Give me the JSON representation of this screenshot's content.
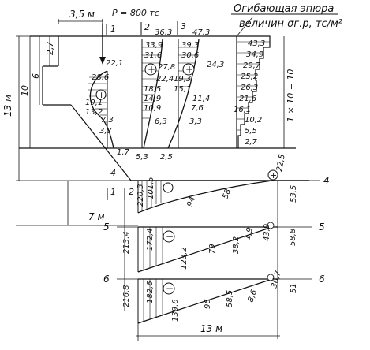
{
  "title": {
    "line1": "Огибающая эпюра",
    "line2": "величин σг.р, тс/м²"
  },
  "dims": {
    "load_offset": "3,5 м",
    "load": "P = 800 тс",
    "dim_27": "2,7",
    "dim_6": "6",
    "dim_10": "10",
    "dim_13": "13 м",
    "dim_7": "7 м",
    "bottom_13": "13 м",
    "right_scale": "1 × 10 = 10"
  },
  "sections": {
    "s1": "1",
    "s2": "2",
    "s3": "3",
    "s4": "4",
    "b1": "1",
    "b2": "2",
    "cut4": "4",
    "cut5a": "5",
    "cut5b": "5",
    "cut6a": "6",
    "cut6b": "6"
  },
  "s1_values": [
    "22,1",
    "28,6",
    "19,1",
    "13,2",
    "7,3",
    "3,7",
    "1,7"
  ],
  "s2_values": [
    "33,9",
    "31,6",
    "27,8",
    "22,4",
    "18,5",
    "14,9",
    "10,9",
    "6,3",
    "5,3",
    "36,3"
  ],
  "s3_values": [
    "47,3",
    "39,3",
    "30,6",
    "19,3",
    "15,1",
    "11,4",
    "7,6",
    "3,3",
    "2,5",
    "24,3"
  ],
  "envelope_values": [
    "43,3",
    "34,9",
    "29,7",
    "25,2",
    "26,3",
    "21,6",
    "16,1",
    "10,2",
    "5,5",
    "2,7"
  ],
  "sec4_values": [
    "220,3",
    "101,5",
    "94",
    "58",
    "22,5",
    "53,5"
  ],
  "sec5_values": [
    "213,4",
    "172,4",
    "123,2",
    "79",
    "38,2",
    "1,9",
    "43,9",
    "58,8"
  ],
  "sec6_values": [
    "216,8",
    "182,6",
    "139,6",
    "96",
    "58,5",
    "8,6",
    "36,7",
    "51"
  ],
  "signs": {
    "plus": "+",
    "minus": "−"
  }
}
